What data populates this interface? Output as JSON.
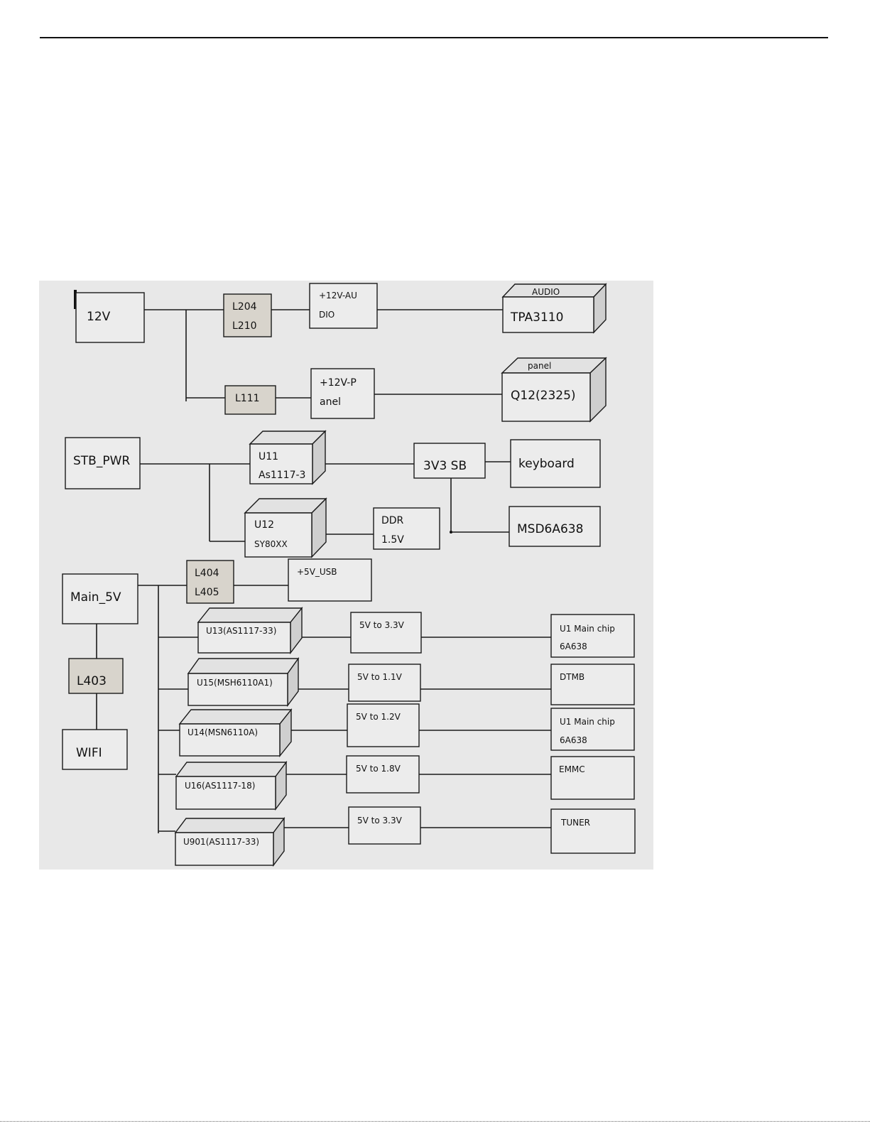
{
  "diagram": {
    "blocks": {
      "v12": "12V",
      "l204": "L204",
      "l210": "L210",
      "audio_line1": "+12V-AU",
      "audio_line2": "DIO",
      "audio_tag": "AUDIO",
      "tpa3110": "TPA3110",
      "l111": "L111",
      "panel_line1": "+12V-P",
      "panel_line2": "anel",
      "panel_tag": "panel",
      "q12": "Q12(2325)",
      "stb_pwr": "STB_PWR",
      "u11_line1": "U11",
      "u11_line2": "As1117-3",
      "v3v3sb": "3V3 SB",
      "keyboard": "keyboard",
      "u12_line1": "U12",
      "u12_line2": "SY80XX",
      "ddr_line1": "DDR",
      "ddr_line2": "1.5V",
      "msd6a638": "MSD6A638",
      "main5v": "Main_5V",
      "l404": "L404",
      "l405": "L405",
      "usb": "+5V_USB",
      "l403": "L403",
      "wifi": "WIFI"
    },
    "regulators": [
      {
        "name": "U13(AS1117-33)",
        "conv": "5V to 3.3V",
        "target1": "U1 Main chip",
        "target2": "6A638"
      },
      {
        "name": "U15(MSH6110A1)",
        "conv": "5V to 1.1V",
        "target1": "DTMB",
        "target2": ""
      },
      {
        "name": "U14(MSN6110A)",
        "conv": "5V to 1.2V",
        "target1": "U1 Main chip",
        "target2": "6A638"
      },
      {
        "name": "U16(AS1117-18)",
        "conv": "5V to 1.8V",
        "target1": "EMMC",
        "target2": ""
      },
      {
        "name": "U901(AS1117-33)",
        "conv": "5V to 3.3V",
        "target1": "TUNER",
        "target2": ""
      }
    ]
  }
}
